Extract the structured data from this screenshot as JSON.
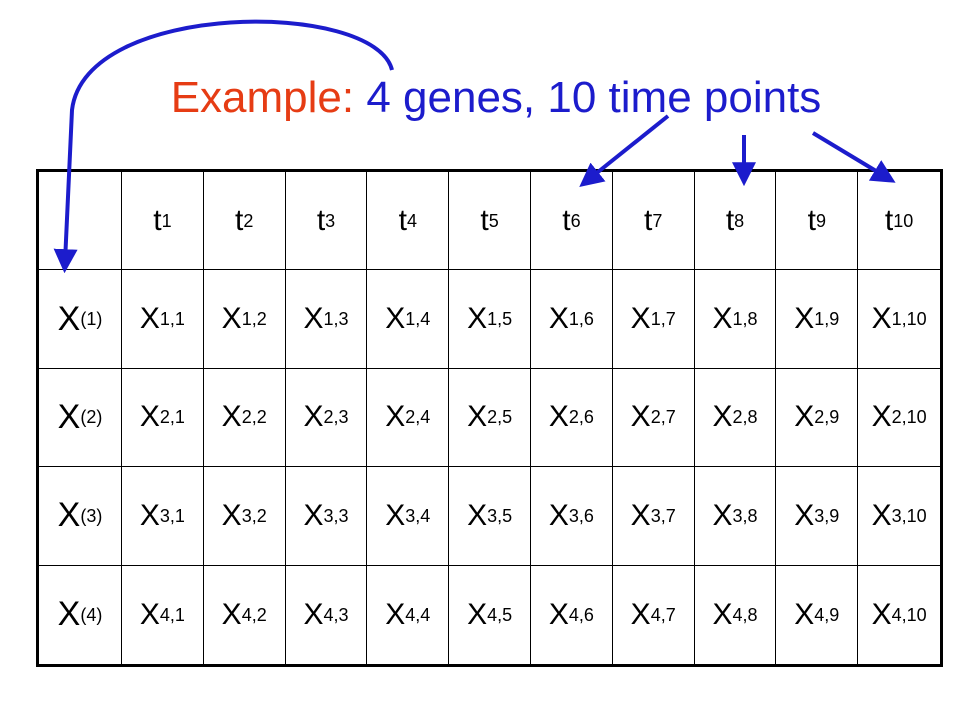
{
  "title": {
    "lead": "Example:",
    "rest": "4 genes, 10 time points"
  },
  "columns": [
    {
      "base": "t",
      "sub": "1"
    },
    {
      "base": "t",
      "sub": "2"
    },
    {
      "base": "t",
      "sub": "3"
    },
    {
      "base": "t",
      "sub": "4"
    },
    {
      "base": "t",
      "sub": "5"
    },
    {
      "base": "t",
      "sub": "6"
    },
    {
      "base": "t",
      "sub": "7"
    },
    {
      "base": "t",
      "sub": "8"
    },
    {
      "base": "t",
      "sub": "9"
    },
    {
      "base": "t",
      "sub": "10"
    }
  ],
  "rows": [
    {
      "label": {
        "base": "X",
        "sup": "(1)"
      },
      "cells": [
        {
          "base": "X",
          "sub": "1,1"
        },
        {
          "base": "X",
          "sub": "1,2"
        },
        {
          "base": "X",
          "sub": "1,3"
        },
        {
          "base": "X",
          "sub": "1,4"
        },
        {
          "base": "X",
          "sub": "1,5"
        },
        {
          "base": "X",
          "sub": "1,6"
        },
        {
          "base": "X",
          "sub": "1,7"
        },
        {
          "base": "X",
          "sub": "1,8"
        },
        {
          "base": "X",
          "sub": "1,9"
        },
        {
          "base": "X",
          "sub": "1,10"
        }
      ]
    },
    {
      "label": {
        "base": "X",
        "sup": "(2)"
      },
      "cells": [
        {
          "base": "X",
          "sub": "2,1"
        },
        {
          "base": "X",
          "sub": "2,2"
        },
        {
          "base": "X",
          "sub": "2,3"
        },
        {
          "base": "X",
          "sub": "2,4"
        },
        {
          "base": "X",
          "sub": "2,5"
        },
        {
          "base": "X",
          "sub": "2,6"
        },
        {
          "base": "X",
          "sub": "2,7"
        },
        {
          "base": "X",
          "sub": "2,8"
        },
        {
          "base": "X",
          "sub": "2,9"
        },
        {
          "base": "X",
          "sub": "2,10"
        }
      ]
    },
    {
      "label": {
        "base": "X",
        "sup": "(3)"
      },
      "cells": [
        {
          "base": "X",
          "sub": "3,1"
        },
        {
          "base": "X",
          "sub": "3,2"
        },
        {
          "base": "X",
          "sub": "3,3"
        },
        {
          "base": "X",
          "sub": "3,4"
        },
        {
          "base": "X",
          "sub": "3,5"
        },
        {
          "base": "X",
          "sub": "3,6"
        },
        {
          "base": "X",
          "sub": "3,7"
        },
        {
          "base": "X",
          "sub": "3,8"
        },
        {
          "base": "X",
          "sub": "3,9"
        },
        {
          "base": "X",
          "sub": "3,10"
        }
      ]
    },
    {
      "label": {
        "base": "X",
        "sup": "(4)"
      },
      "cells": [
        {
          "base": "X",
          "sub": "4,1"
        },
        {
          "base": "X",
          "sub": "4,2"
        },
        {
          "base": "X",
          "sub": "4,3"
        },
        {
          "base": "X",
          "sub": "4,4"
        },
        {
          "base": "X",
          "sub": "4,5"
        },
        {
          "base": "X",
          "sub": "4,6"
        },
        {
          "base": "X",
          "sub": "4,7"
        },
        {
          "base": "X",
          "sub": "4,8"
        },
        {
          "base": "X",
          "sub": "4,9"
        },
        {
          "base": "X",
          "sub": "4,10"
        }
      ]
    }
  ],
  "colors": {
    "title_lead": "#e63c14",
    "title_rest": "#1c1ccc",
    "arrow": "#1c1ccc",
    "grid_line": "#000000"
  }
}
